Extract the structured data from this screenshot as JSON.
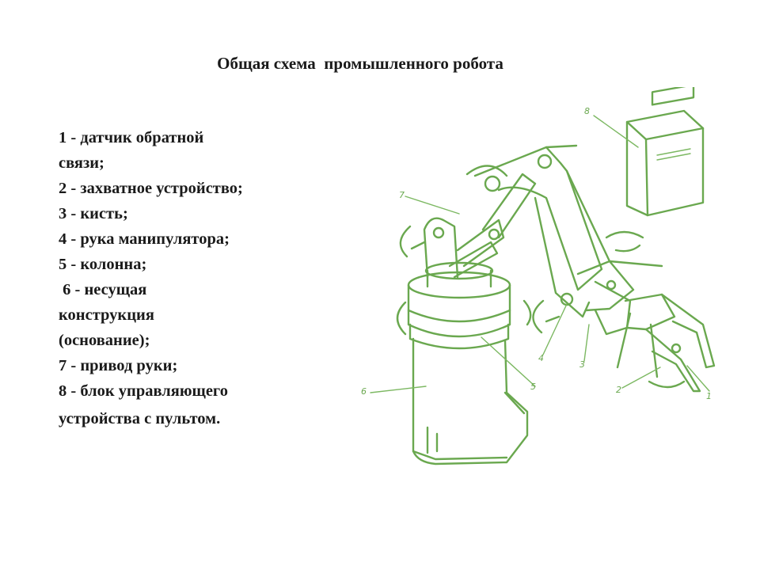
{
  "title": "Общая схема  промышленного робота",
  "legend": [
    "1 - датчик обратной",
    "связи;",
    "2 - захватное устройство;",
    "3 - кисть;",
    "4 - рука манипулятора;",
    "5 - колонна;",
    " 6 - несущая",
    "конструкция",
    "(основание);",
    "7 - привод руки;",
    "8 - блок управляющего",
    "устройства с пультом."
  ],
  "diagram": {
    "labels": [
      "8",
      "7",
      "4",
      "3",
      "5",
      "6",
      "2",
      "1"
    ]
  },
  "colors": {
    "drawing": "#6aa84f",
    "text": "#1a1a1a",
    "background": "#ffffff"
  }
}
